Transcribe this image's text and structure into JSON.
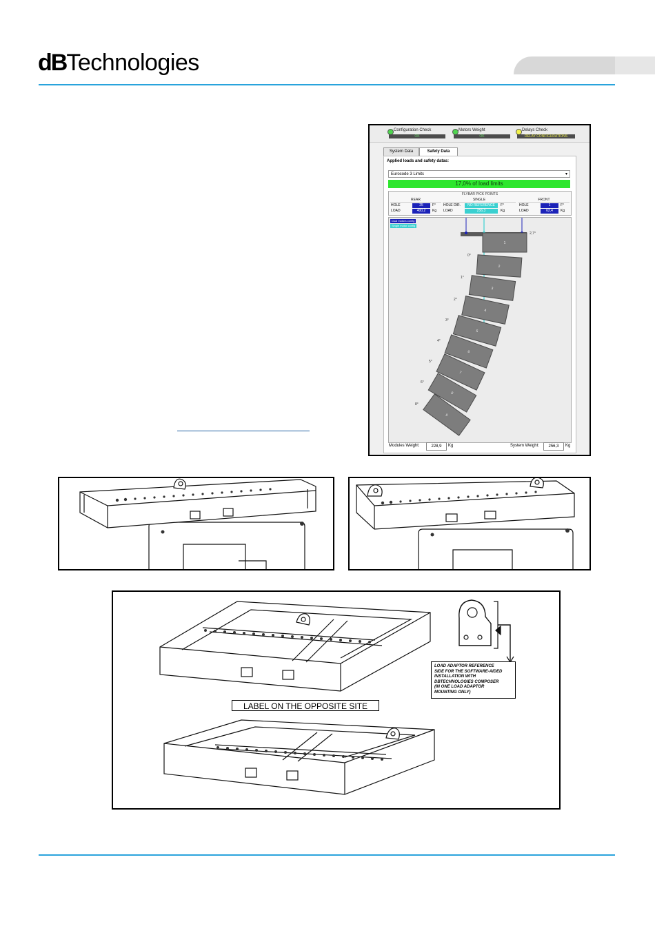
{
  "header": {
    "logo_bold": "dB",
    "logo_rest": "Technologies"
  },
  "colors": {
    "accent_rule": "#29a3dc",
    "ok_green": "#2ee62e",
    "hole_blue": "#1b22b8",
    "single_cyan": "#3ad0d0"
  },
  "software": {
    "checks": [
      {
        "label": "Configuration Check",
        "value": "OK",
        "dot_color": "#4fd44f"
      },
      {
        "label": "Motors Weight",
        "value": "OK",
        "dot_color": "#4fd44f"
      },
      {
        "label": "Delays Check",
        "value": "DELAY CONFIGURATIONS",
        "dot_color": "#f2f24a"
      }
    ],
    "tabs": [
      "System Data",
      "Safety Data"
    ],
    "heading": "Applied loads and safety datas:",
    "select_value": "Eurocode 3 Limits",
    "load_bar_text": "17,0% of load limits",
    "load_percent": 17.0,
    "fly_title": "FLYBAR PICK POINTS",
    "rear": {
      "name": "REAR",
      "hole_label": "HOLE",
      "hole": "25",
      "hole_unit": "F°",
      "load_label": "LOAD",
      "load": "400,2",
      "load_unit": "Kg"
    },
    "single": {
      "name": "SINGLE",
      "hole_label": "HOLE DIR.",
      "hole": "NO REFERENCE",
      "hole_unit": "F°",
      "load_label": "LOAD",
      "load": "256,3",
      "load_unit": "Kg"
    },
    "front": {
      "name": "FRONT",
      "hole_label": "HOLE",
      "hole": "1",
      "hole_unit": "F°",
      "load_label": "LOAD",
      "load": "62,4",
      "load_unit": "Kg"
    },
    "legend": [
      "Dual motors config",
      "Single motor config"
    ],
    "top_angle": "2,7°",
    "modules": [
      {
        "n": "1",
        "angle": ""
      },
      {
        "n": "2",
        "angle": "0°"
      },
      {
        "n": "3",
        "angle": "1°"
      },
      {
        "n": "4",
        "angle": "2°"
      },
      {
        "n": "5",
        "angle": "3°"
      },
      {
        "n": "6",
        "angle": "4°"
      },
      {
        "n": "7",
        "angle": "5°"
      },
      {
        "n": "8",
        "angle": "6°"
      },
      {
        "n": "9",
        "angle": "8°"
      }
    ],
    "modules_weight_label": "Modules Weight:",
    "modules_weight": "228,9",
    "modules_weight_unit": "Kg",
    "system_weight_label": "System Weight:",
    "system_weight": "256,3",
    "system_weight_unit": "Kg"
  },
  "drawing": {
    "label_opposite": "LABEL ON THE OPPOSITE SITE",
    "note_lines": [
      "LOAD ADAPTOR REFERENCE",
      "SIDE FOR THE SOFTWARE-AIDED",
      "INSTALLATION WITH",
      "DBTECHNOLOGIES COMPOSER",
      "(IN ONE LOAD ADAPTOR",
      "MOUNTING ONLY)"
    ]
  }
}
